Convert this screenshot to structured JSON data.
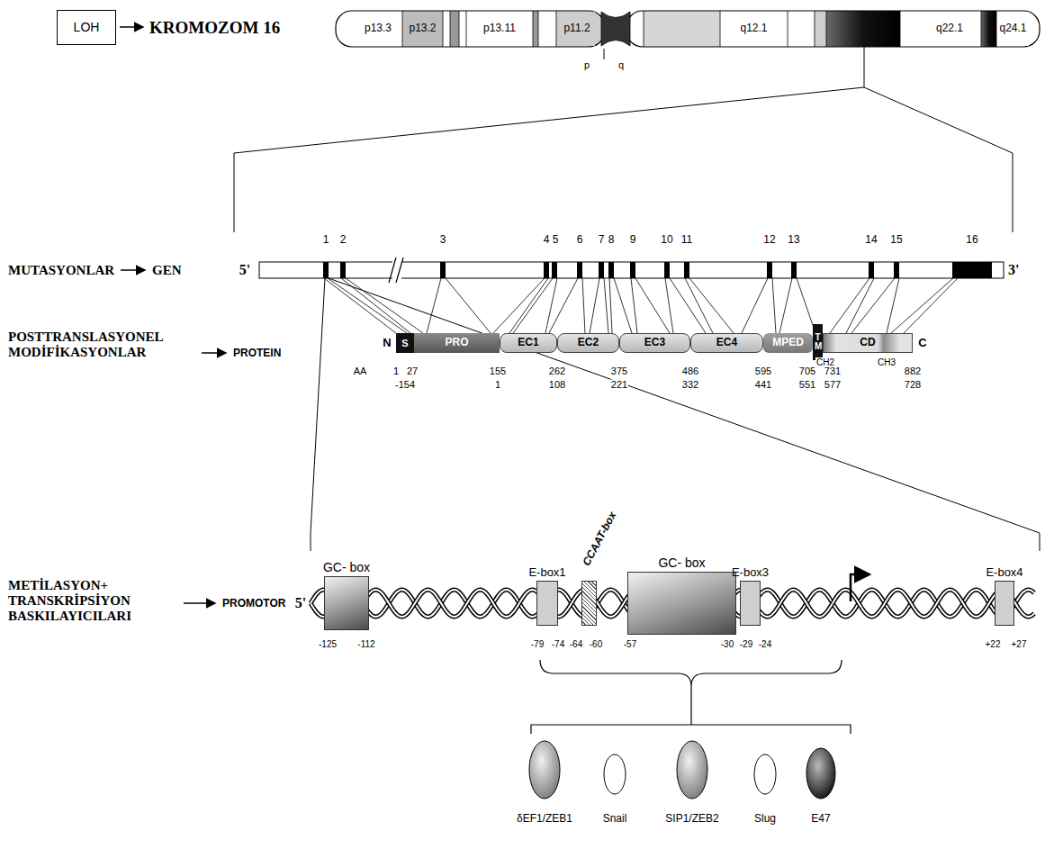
{
  "diagram": {
    "nodes": [
      {
        "text": [
          "LOH"
        ]
      },
      {
        "text": [
          "p13.3"
        ]
      },
      {
        "text": [
          "p13.2"
        ]
      },
      {
        "text": [
          "p13.11"
        ]
      },
      {
        "text": [
          "p11.2"
        ]
      },
      {
        "text": [
          "q12.1"
        ]
      },
      {
        "text": [
          "q22.1"
        ]
      },
      {
        "text": [
          "q24.1"
        ]
      },
      {
        "text": [
          "S"
        ]
      },
      {
        "text": [
          "PRO"
        ]
      },
      {
        "text": [
          "EC1"
        ]
      },
      {
        "text": [
          "EC2"
        ]
      },
      {
        "text": [
          "EC3"
        ]
      },
      {
        "text": [
          "EC4"
        ]
      },
      {
        "text": [
          "MPED"
        ]
      },
      {
        "text": [
          "T M"
        ]
      },
      {
        "text": [
          "CD"
        ]
      },
      {
        "text": [
          "GC- box"
        ]
      },
      {
        "text": [
          "E-box1"
        ]
      },
      {
        "text": [
          "CCAAT-box"
        ]
      },
      {
        "text": [
          "GC- box"
        ]
      },
      {
        "text": [
          "E-box3"
        ]
      },
      {
        "text": [
          "E-box4"
        ]
      },
      {
        "text": [
          "δEF1/ZEB1"
        ]
      },
      {
        "text": [
          "Snail"
        ]
      },
      {
        "text": [
          "SIP1/ZEB2"
        ]
      },
      {
        "text": [
          "Slug"
        ]
      },
      {
        "text": [
          "E47"
        ]
      }
    ],
    "labels": [
      "KROMOZOM 16",
      "p",
      "q",
      "MUTASYONLAR",
      "GEN",
      "5'",
      "1",
      "2",
      "3",
      "4",
      "5",
      "6",
      "7",
      "8",
      "9",
      "10",
      "11",
      "12",
      "13",
      "14",
      "15",
      "16",
      "3'",
      "POSTTRANSLASYONEL MODİFİKASYONLAR",
      "PROTEIN",
      "N",
      "C",
      "CH2",
      "CH3",
      "AA",
      "1",
      "27",
      "155",
      "262",
      "375",
      "486",
      "595",
      "705",
      "731",
      "882",
      "-154",
      "1",
      "108",
      "221",
      "332",
      "441",
      "551",
      "577",
      "728",
      "METİLASYON+ TRANSKRİPSİYON BASKILAYICILARI",
      "PROMOTOR",
      "5'",
      "-125",
      "-112",
      "-79",
      "-74",
      "-64",
      "-60",
      "-57",
      "-30",
      "-29",
      "-24",
      "+22",
      "+27"
    ]
  }
}
